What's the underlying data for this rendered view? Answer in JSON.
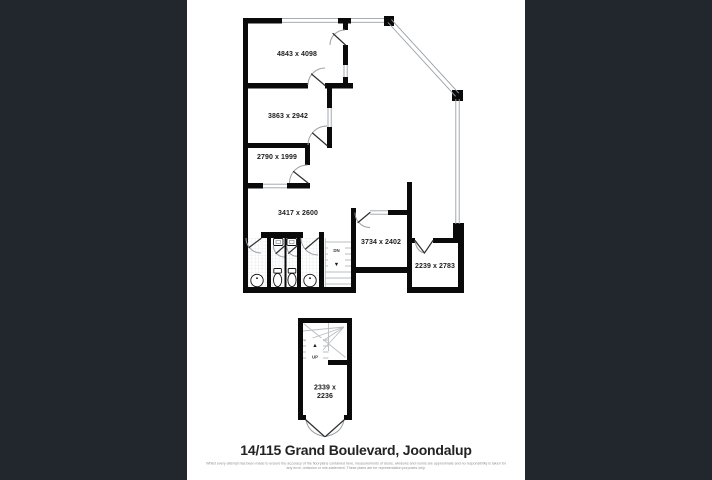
{
  "colors": {
    "background": "#22272d",
    "paper": "#ffffff",
    "wall": "#0a0a0a",
    "winline": "#9aa0a5",
    "arc": "#9aa0a5",
    "tread": "#b9bec2",
    "tile": "#dcdfe2",
    "label": "#1d1d1d",
    "title": "#232323",
    "disclaimer": "#8f8f8f"
  },
  "plan": {
    "rooms": [
      {
        "label": "4843 x 4098"
      },
      {
        "label": "3863 x 2942"
      },
      {
        "label": "2790 x 1999"
      },
      {
        "label": "3417 x 2600"
      },
      {
        "label": "3734 x 2402"
      },
      {
        "label": "2239 x 2783"
      },
      {
        "line1": "2339 x",
        "line2": "2236"
      }
    ],
    "stairs": {
      "down_label": "DN",
      "down_arrow": "▼",
      "up_label": "UP",
      "up_arrow": "▲"
    }
  },
  "footer": {
    "title": "14/115 Grand Boulevard, Joondalup",
    "disclaimer_line1": "Whilst every attempt has been made to ensure the accuracy of the floorplans contained here, measurements of doors, windows and rooms are approximate and no responsibility is taken for",
    "disclaimer_line2": "any error, omission or mis-statement. These plans are for representation purposes only."
  }
}
